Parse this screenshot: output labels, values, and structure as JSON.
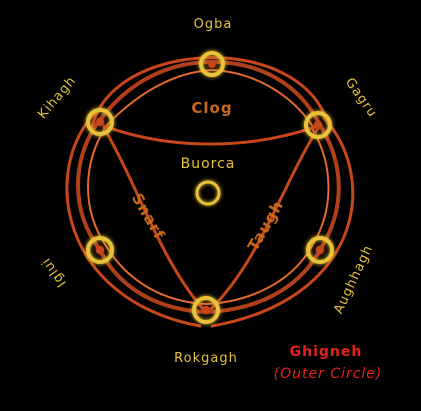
{
  "diagram": {
    "outer_labels": {
      "top": "Ogba",
      "upper_left": "Kihagh",
      "upper_right": "Gagru",
      "lower_left": "Iglui",
      "lower_right": "Aughhagh",
      "bottom": "Rokgagh"
    },
    "inner_labels": {
      "top": "Clog",
      "left": "Snarf",
      "right": "Taugh"
    },
    "center_label": "Buorca",
    "legend": {
      "title": "Ghigneh",
      "subtitle": "(Outer Circle)"
    },
    "colors": {
      "background": "#000000",
      "ring": "#e8c23a",
      "path": "#c8471a",
      "legend": "#e8201a"
    }
  }
}
